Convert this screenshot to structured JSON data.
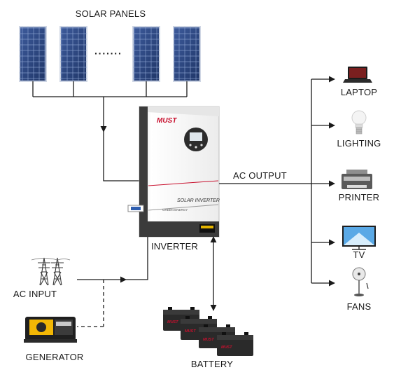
{
  "labels": {
    "solar_panels": "SOLAR PANELS",
    "ellipsis": "·······",
    "ac_output": "AC OUTPUT",
    "inverter": "INVERTER",
    "ac_input": "AC INPUT",
    "generator": "GENERATOR",
    "battery": "BATTERY",
    "laptop": "LAPTOP",
    "lighting": "LIGHTING",
    "printer": "PRINTER",
    "tv": "TV",
    "fans": "FANS"
  },
  "inverter_device": {
    "brand": "MUST",
    "panel_text": "SOLAR INVERTER",
    "panel_subtext": "GREEN ENERGY"
  },
  "battery_brand": "MUST",
  "colors": {
    "line": "#1a1a1a",
    "panel_blue": "#27407a",
    "brand_red": "#c8102e",
    "inverter_body": "#f2f2f2",
    "inverter_dark": "#3b3b3b"
  }
}
